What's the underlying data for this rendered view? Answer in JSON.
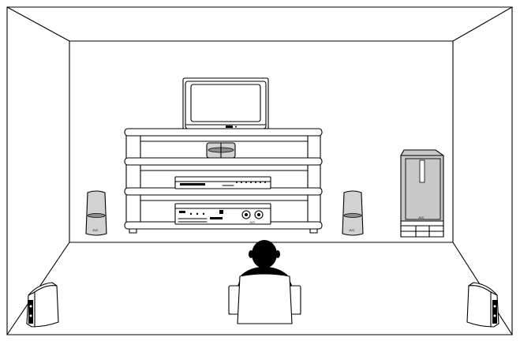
{
  "colors": {
    "line": "#000000",
    "background": "#ffffff",
    "speaker_fill": "#d2d2d2",
    "speaker_dark": "#8c8c8c",
    "subwoofer_fill": "#c8c8c8",
    "screen_fill": "#ffffff",
    "listener_fill": "#000000"
  },
  "labels": {
    "speaker_brand": "JVC",
    "receiver_brand": "JVC"
  },
  "icons": {
    "room": "room-outline",
    "tv": "television-icon",
    "center_speaker": "center-speaker-icon",
    "dvd_player": "dvd-player-icon",
    "receiver": "av-receiver-icon",
    "front_left": "front-left-speaker-icon",
    "front_right": "front-right-speaker-icon",
    "subwoofer": "subwoofer-icon",
    "surround_left": "surround-left-speaker-icon",
    "surround_right": "surround-right-speaker-icon",
    "listener": "listener-icon",
    "chair": "armchair-icon"
  }
}
